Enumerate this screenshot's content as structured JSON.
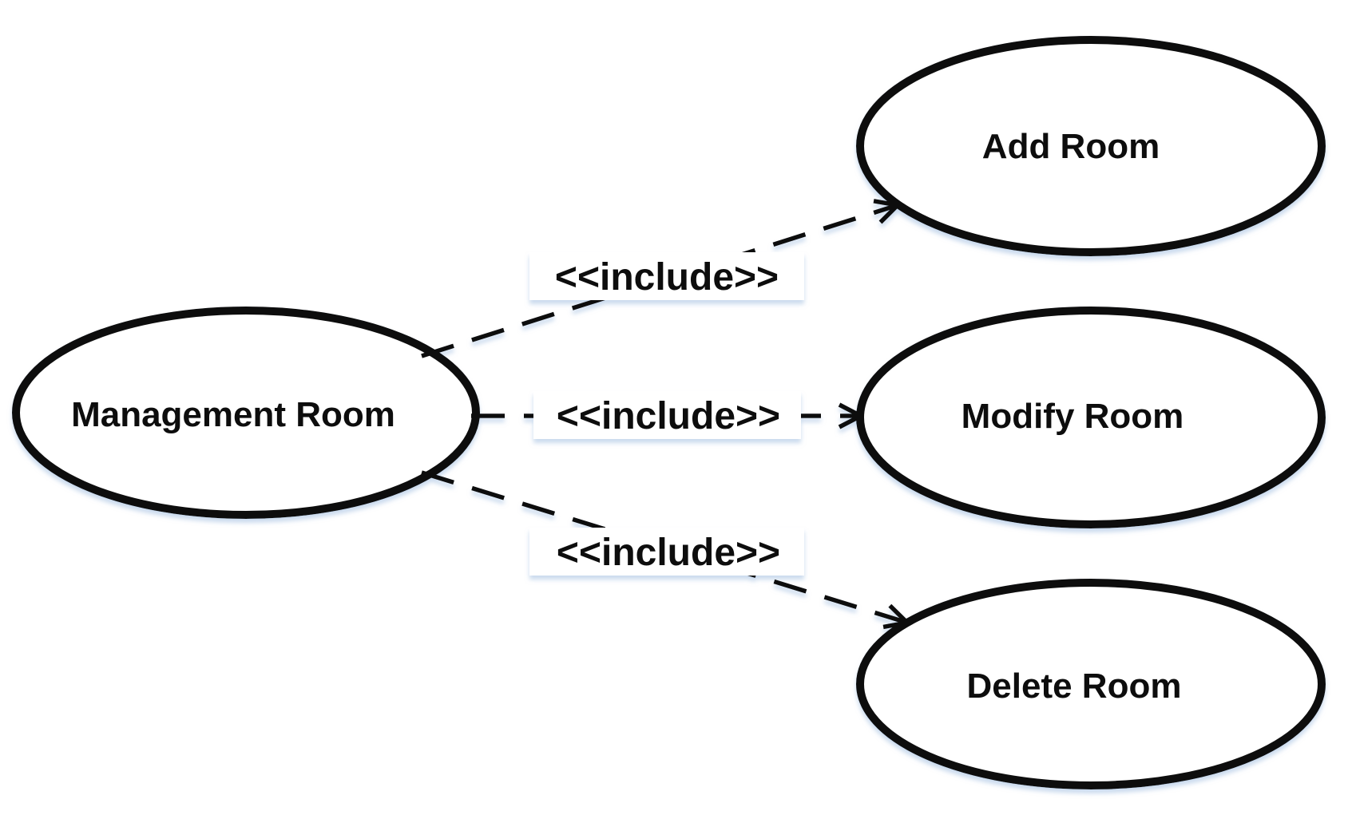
{
  "diagram": {
    "kind": "uml-use-case-diagram",
    "background_color": "#ffffff",
    "stroke_color": "#0d0d0d",
    "shadow_color": "#9fbbdf",
    "nodes": [
      {
        "id": "management-room",
        "label": "Management Room"
      },
      {
        "id": "add-room",
        "label": "Add Room"
      },
      {
        "id": "modify-room",
        "label": "Modify Room"
      },
      {
        "id": "delete-room",
        "label": "Delete Room"
      }
    ],
    "connectors": [
      {
        "from": "management-room",
        "to": "add-room",
        "label": "<<include>>",
        "line_style": "dashed",
        "arrow": "open"
      },
      {
        "from": "management-room",
        "to": "modify-room",
        "label": "<<include>>",
        "line_style": "dashed",
        "arrow": "open"
      },
      {
        "from": "management-room",
        "to": "delete-room",
        "label": "<<include>>",
        "line_style": "dashed",
        "arrow": "open"
      }
    ]
  }
}
